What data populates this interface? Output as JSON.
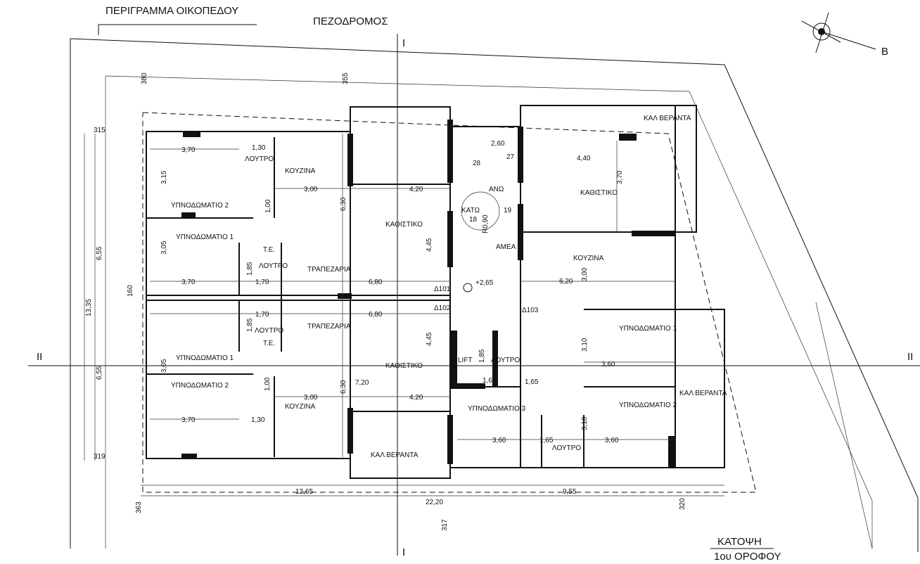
{
  "header": {
    "plot_outline": "ΠΕΡΙΓΡΑΜΜΑ ΟΙΚΟΠΕΔΟΥ",
    "street": "ΠΕΖΟΔΡΟΜΟΣ",
    "north_label": "Β"
  },
  "title": {
    "line1": "ΚΑΤΟΨΗ",
    "line2": "1ου ΟΡΟΦΟΥ"
  },
  "sections": {
    "s1": "I",
    "s2": "II"
  },
  "rooms": {
    "bedroom2": "ΥΠΝΟΔΩΜΑΤΙΟ 2",
    "bedroom1": "ΥΠΝΟΔΩΜΑΤΙΟ 1",
    "bedroom3": "ΥΠΝΟΔΩΜΑΤΙΟ 3",
    "kitchen": "ΚΟΥΖΙΝΑ",
    "bath": "ΛΟΥΤΡΟ",
    "wc": "Τ.Ε.",
    "dining": "ΤΡΑΠΕΖΑΡΙΑ",
    "living": "ΚΑΘΙΣΤΙΚΟ",
    "veranda": "ΚΑΛ ΒΕΡΑΝΤΑ",
    "lift": "LIFT",
    "disabled": "ΑΜΕΑ",
    "up": "ΑΝΩ",
    "down": "ΚΑΤΩ",
    "level": "+2,65",
    "d101": "Δ101",
    "d102": "Δ102",
    "d103": "Δ103",
    "radius": "R0,90"
  },
  "dims": {
    "d380": "380",
    "d355": "355",
    "d315": "315",
    "d319": "319",
    "d363": "363",
    "d317": "317",
    "d320": "320",
    "d160": "160",
    "d370": "3,70",
    "d130": "1,30",
    "d315b": "3,15",
    "d300": "3,00",
    "d420": "4,20",
    "d630": "6,30",
    "d100": "1,00",
    "d305": "3,05",
    "d655": "6,55",
    "d1335": "13,35",
    "d185": "1,85",
    "d170": "1,70",
    "d680": "6,80",
    "d445": "4,45",
    "d720": "7,20",
    "d260": "2,60",
    "d440": "4,40",
    "d620": "6,20",
    "d310": "3,10",
    "d360": "3,60",
    "d165": "1,65",
    "d1265": "12,65",
    "d955": "9,55",
    "d2220": "22,20",
    "n27": "27",
    "n28": "28",
    "n18": "18",
    "n19": "19"
  }
}
